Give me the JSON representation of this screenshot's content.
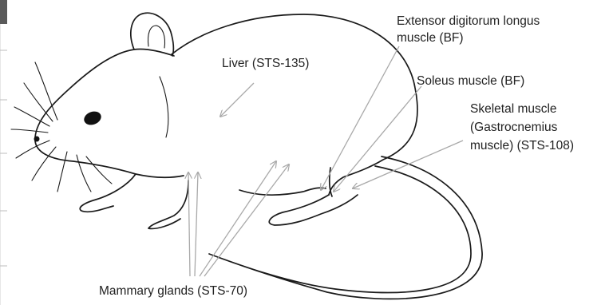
{
  "labels": {
    "liver": "Liver (STS-135)",
    "extensor_line1": "Extensor digitorum longus",
    "extensor_line2": "muscle (BF)",
    "soleus": "Soleus muscle (BF)",
    "skeletal_line1": "Skeletal muscle",
    "skeletal_line2": "(Gastrocnemius",
    "skeletal_line3": "muscle) (STS-108)",
    "mammary": "Mammary glands (STS-70)"
  },
  "colors": {
    "outline": "#1a1a1a",
    "arrow": "#a9a9a9",
    "text": "#222222",
    "left_margin_bar": "#5a5a5a"
  }
}
